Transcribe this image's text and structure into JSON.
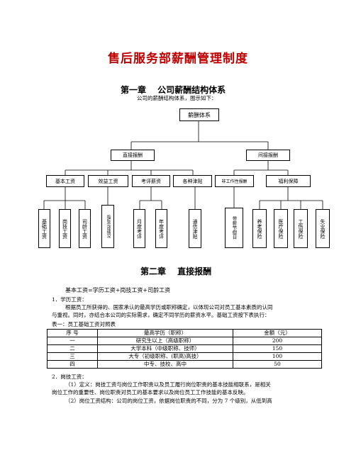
{
  "doc": {
    "title": "售后服务部薪酬管理制度",
    "chapter1": "第一章　 公司薪酬结构体系",
    "chapter1_intro": "公司的薪酬结构体系，图示如下：",
    "chapter2": "第二章　 直接报酬",
    "formula": "基本工资=学历工资+岗技工资+司龄工资",
    "sec1": "1．学历工资：",
    "para1_line1": "根据员工所获得的、国家承认的最高学历或职称确定，以体现公司对员工基本素质的认同",
    "para1_line2": "与重视。同时，亦结合本公司的实际需求，确定不同学历的薪资水平。基础工资按下表执行：",
    "table_caption": "表一：员工基础工资对照表",
    "sec2": "2．岗技工资：",
    "def_line1": "（1）定义：岗技工资与岗位工作职责以及员工履行岗位职责的基本技能相联系，是相关",
    "def_line2": "岗位工作的重要性、岗位职责对员工的基本要求以及岗位员工工作技能的基本反映。",
    "struct_line": "（2）岗位工资结构：公司的岗位工资，依据岗位职责的不同，分为 7 个级别，从低到高"
  },
  "org": {
    "root": "薪酬体系",
    "direct": "直接报酬",
    "indirect": "间接报酬",
    "basic": "基本工资",
    "benefit_pay": "效益工资",
    "eval_pay": "考评薪资",
    "allowance": "各种津贴",
    "nonwork": "非工作性报酬",
    "welfare": "福利保障",
    "leaves": [
      "基础工资",
      "岗技工资",
      "司龄工资",
      "指标完成情况",
      "月度考评",
      "年度考评",
      "通信津贴",
      "带薪节假日",
      "养老保险",
      "医疗保险",
      "工伤保险",
      "失业保险"
    ]
  },
  "table": {
    "headers": [
      "序 号",
      "最高学历（职称）",
      "金额（元）"
    ],
    "rows": [
      [
        "一",
        "研究生以上（高级职称）",
        "200"
      ],
      [
        "二",
        "大学本科（中级职称、技师）",
        "150"
      ],
      [
        "三",
        "大专（初级职称、(职高)高技）",
        "100"
      ],
      [
        "四",
        "中专、技校、高中",
        "50"
      ]
    ]
  }
}
